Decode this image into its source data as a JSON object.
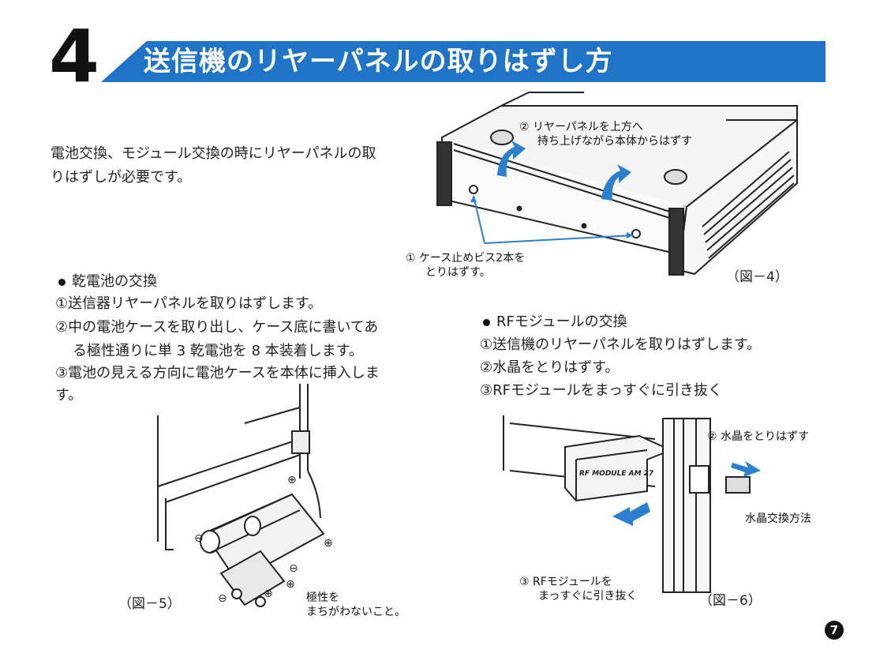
{
  "header": {
    "section_number": "4",
    "title": "送信機のリヤーパネルの取りはずし方"
  },
  "intro": {
    "line1": "電池交換、モジュール交換の時にリヤーパネルの取",
    "line2": "りはずしが必要です。"
  },
  "dry_battery": {
    "heading": "乾電池の交換",
    "step1": "①送信器リヤーパネルを取りはずします。",
    "step2_line1": "②中の電池ケースを取り出し、ケース底に書いてあ",
    "step2_line2": "る極性通りに単 3 乾電池を 8 本装着します。",
    "step3_line1": "③電池の見える方向に電池ケースを本体に挿入しま",
    "step3_line2": "す。"
  },
  "rf_module": {
    "heading": "RFモジュールの交換",
    "step1": "①送信機のリヤーパネルを取りはずします。",
    "step2": "②水晶をとりはずす。",
    "step3": "③RFモジュールをまっすぐに引き抜く"
  },
  "figure4": {
    "label": "（図－4）",
    "callout1_line1": "①  ケース止めビス2本を",
    "callout1_line2": "とりはずす。",
    "callout2_line1": "②  リヤーパネルを上方へ",
    "callout2_line2": "持ち上げながら本体からはずす"
  },
  "figure5": {
    "label": "（図－5）",
    "note_line1": "極性を",
    "note_line2": "まちがわないこと。"
  },
  "figure6": {
    "label": "（図－6）",
    "callout_crystal": "②  水晶をとりはずす",
    "crystal_method": "水晶交換方法",
    "callout3_line1": "③  RFモジュールを",
    "callout3_line2": "まっすぐに引き抜く",
    "module_label": "RF MODULE AM 27"
  },
  "page_number": "7",
  "colors": {
    "banner_blue": "#1f74c8",
    "arrow_blue": "#2a80cf",
    "text": "#222222"
  }
}
